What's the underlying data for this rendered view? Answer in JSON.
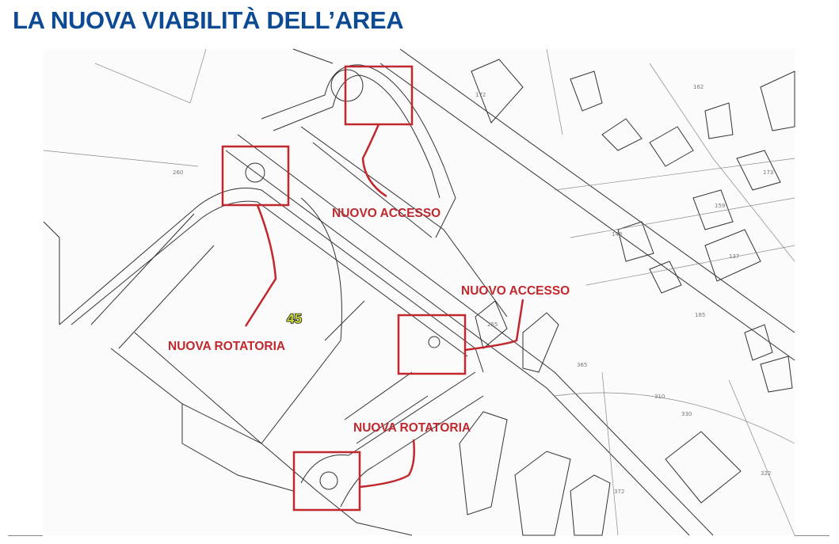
{
  "slide": {
    "title": "LA NUOVA VIABILITÀ DELL’AREA",
    "title_color": "#0d4a94"
  },
  "map": {
    "annotation_color": "#c0282d",
    "area_number": "45",
    "labels": [
      {
        "id": "access-north",
        "text": "NUOVO ACCESSO"
      },
      {
        "id": "access-east",
        "text": "NUOVO ACCESSO"
      },
      {
        "id": "roundabout-west",
        "text": "NUOVA ROTATORIA"
      },
      {
        "id": "roundabout-south",
        "text": "NUOVA ROTATORIA"
      }
    ],
    "parcels": [
      "172",
      "173",
      "162",
      "137",
      "159",
      "372",
      "330",
      "310",
      "260",
      "365",
      "322",
      "255",
      "148",
      "185"
    ]
  }
}
